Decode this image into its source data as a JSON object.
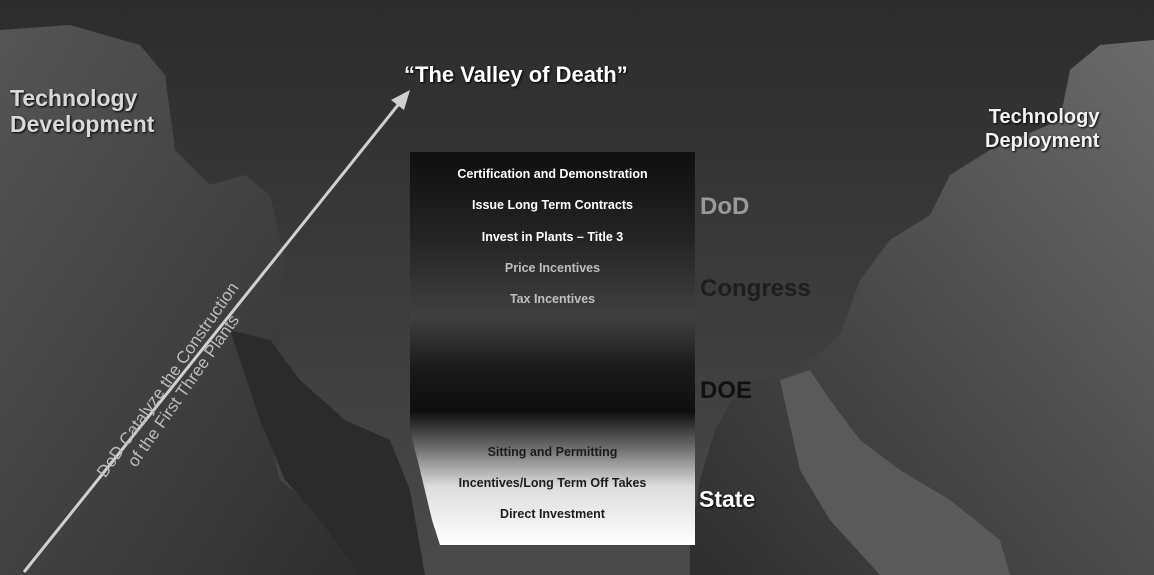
{
  "header": {
    "left_label_line1": "Technology",
    "left_label_line2": "Development",
    "title": "“The Valley of Death”",
    "right_label_line1": "Technology",
    "right_label_line2": "Deployment"
  },
  "arrow_label": {
    "line1": "DoD Catalyze the Construction",
    "line2": "of the First Three Plants"
  },
  "column": {
    "dod_items": [
      "Certification and Demonstration",
      "Issue Long Term Contracts",
      "Invest in Plants – Title 3"
    ],
    "congress_items": [
      "Price Incentives",
      "Tax Incentives"
    ],
    "state_items": [
      "Sitting and Permitting",
      "Incentives/Long Term Off Takes",
      "Direct Investment"
    ]
  },
  "agencies": {
    "dod": "DoD",
    "congress": "Congress",
    "doe": "DOE",
    "state": "State"
  },
  "colors": {
    "background": "#3a3a3a",
    "column_top": "#111111",
    "column_bottom": "#ffffff",
    "arrow": "#d0d0d0"
  }
}
